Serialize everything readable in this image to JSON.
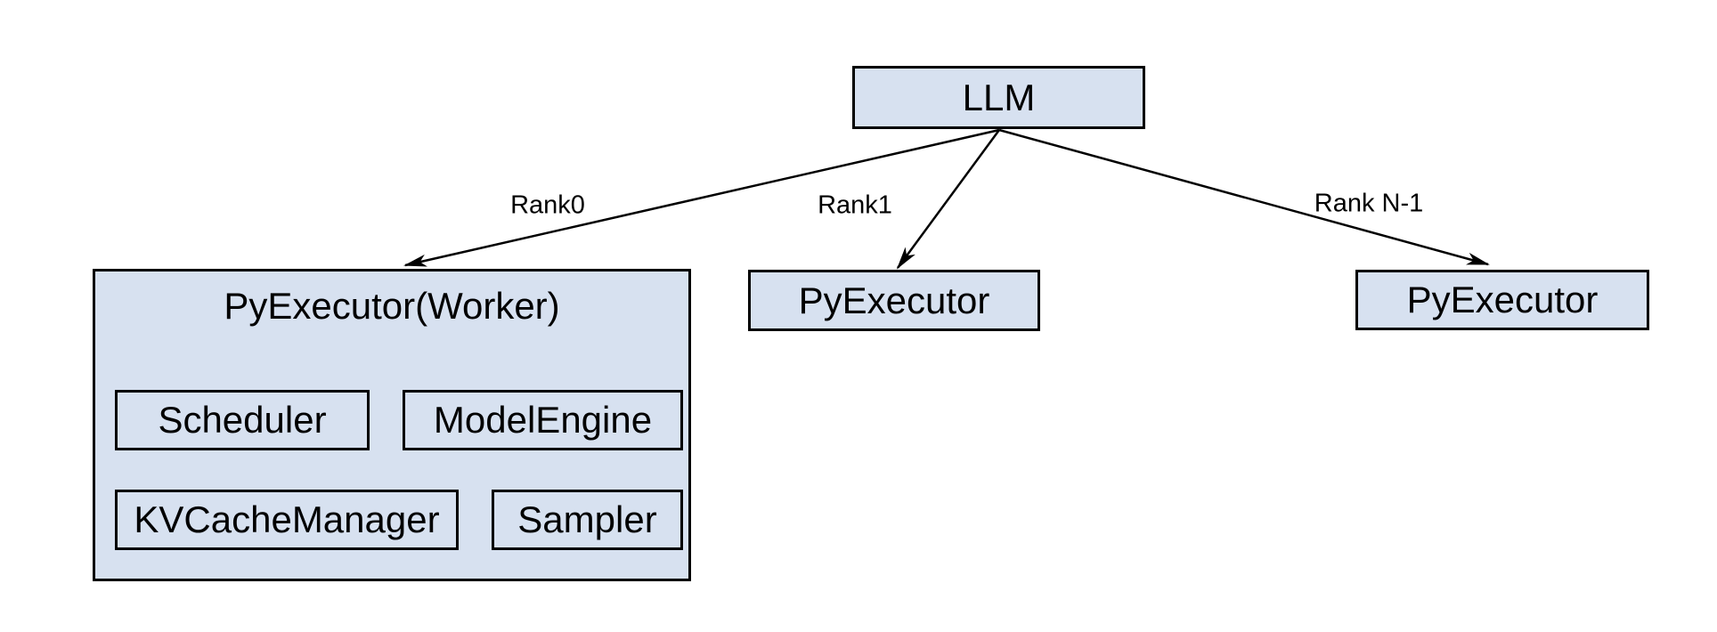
{
  "diagram": {
    "root": {
      "label": "LLM"
    },
    "edges": [
      {
        "label": "Rank0"
      },
      {
        "label": "Rank1"
      },
      {
        "label": "Rank N-1"
      }
    ],
    "workers": {
      "rank0": {
        "label": "PyExecutor(Worker)",
        "components": [
          "Scheduler",
          "ModelEngine",
          "KVCacheManager",
          "Sampler"
        ]
      },
      "rank1": {
        "label": "PyExecutor"
      },
      "rankN": {
        "label": "PyExecutor"
      }
    },
    "colors": {
      "box_fill": "#d7e1f0",
      "box_border": "#000000",
      "arrow": "#000000",
      "text": "#000000",
      "background": "#ffffff"
    }
  }
}
